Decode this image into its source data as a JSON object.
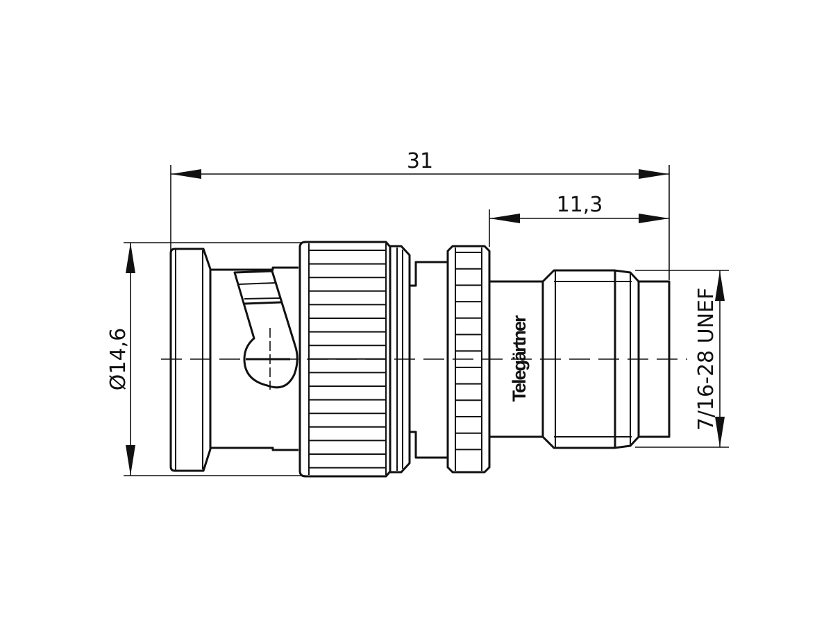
{
  "drawing": {
    "dimensions": {
      "overall_length": "31",
      "thread_length": "11,3",
      "diameter": "Ø14,6",
      "thread_spec": "7/16-28 UNEF"
    },
    "logo_text": "Telegärtner",
    "line_color": "#111111",
    "background": "#ffffff"
  }
}
